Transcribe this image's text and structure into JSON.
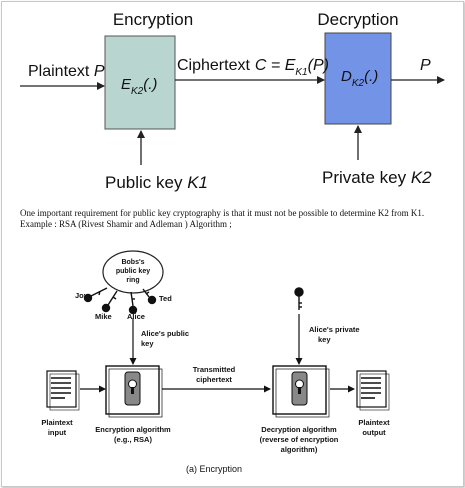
{
  "top_diagram": {
    "enc_title": "Encryption",
    "dec_title": "Decryption",
    "plaintext": "Plaintext",
    "p_var": "P",
    "ciphertext_label": "Ciphertext",
    "c_eq": "C = E",
    "c_sub": "K1",
    "c_tail": "(P)",
    "enc_func": "E",
    "enc_sub": "K2",
    "enc_tail": "(.)",
    "dec_func": "D",
    "dec_sub": "K2",
    "dec_tail": "(.)",
    "out_var": "P",
    "public_key": "Public key",
    "public_key_var": "K1",
    "private_key": "Private key",
    "private_key_var": "K2",
    "colors": {
      "enc_box": "#b9d5cf",
      "dec_box": "#7393e6"
    }
  },
  "text": {
    "line1": "One important requirement for public key cryptography is that it must not be possible to determine K2 from K1.",
    "line2": "Example  : RSA (Rivest Shamir and Adleman ) Algorithm ;"
  },
  "bottom_diagram": {
    "ring_label": [
      "Bobs's",
      "public key",
      "ring"
    ],
    "names": {
      "joy": "Joy",
      "mike": "Mike",
      "alice": "Alice",
      "ted": "Ted"
    },
    "alice_public_key": [
      "Alice's public",
      "key"
    ],
    "alice_private_key": [
      "Alice's private",
      "key"
    ],
    "transmitted": [
      "Transmitted",
      "ciphertext"
    ],
    "plaintext_input": [
      "Plaintext",
      "input"
    ],
    "enc_algo": [
      "Encryption algorithm",
      "(e.g., RSA)"
    ],
    "dec_algo": [
      "Decryption algorithm",
      "(reverse of encryption",
      "algorithm)"
    ],
    "plaintext_output": [
      "Plaintext",
      "output"
    ],
    "caption": "(a) Encryption"
  }
}
